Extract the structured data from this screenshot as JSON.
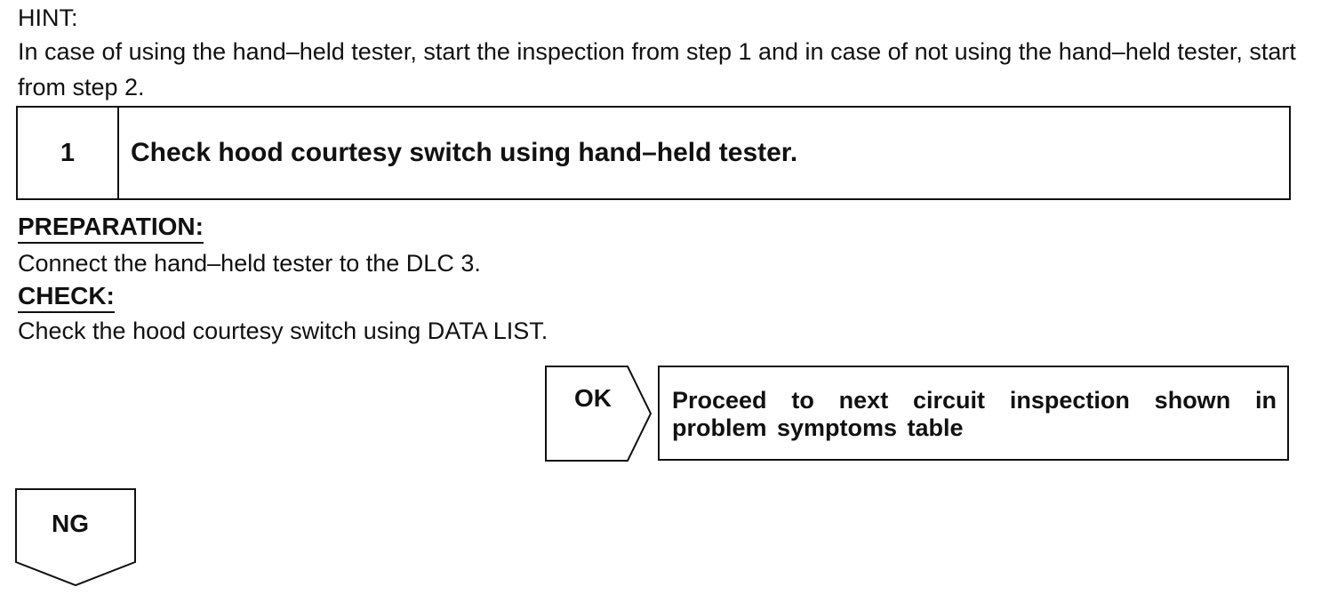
{
  "hint": {
    "label": "HINT:",
    "body": "In case of using the hand–held tester, start the inspection from step 1 and in case of not using the hand–held tester, start from step 2."
  },
  "step": {
    "number": "1",
    "title": "Check hood courtesy switch using hand–held tester."
  },
  "preparation": {
    "heading": "PREPARATION:",
    "text": "Connect the hand–held tester to the DLC 3."
  },
  "check": {
    "heading": "CHECK:",
    "text": "Check the hood courtesy switch using DATA LIST."
  },
  "ok_branch": {
    "label": "OK",
    "result": "Proceed to next circuit inspection shown in problem symptoms table"
  },
  "ng_branch": {
    "label": "NG"
  }
}
